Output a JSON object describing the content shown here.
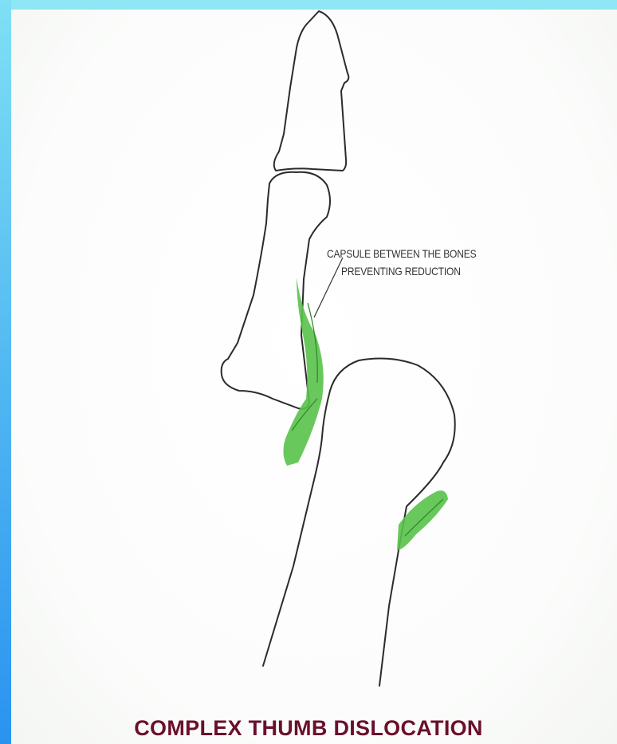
{
  "annotation": {
    "line1": "CAPSULE BETWEEN THE BONES",
    "line2": "PREVENTING REDUCTION"
  },
  "title": "COMPLEX THUMB DISLOCATION",
  "colors": {
    "capsule": "#59c24a",
    "outline": "#2b2b2b",
    "title": "#6a0f2c",
    "frame_gradient": [
      "#7fe0f4",
      "#2a93f0"
    ]
  }
}
